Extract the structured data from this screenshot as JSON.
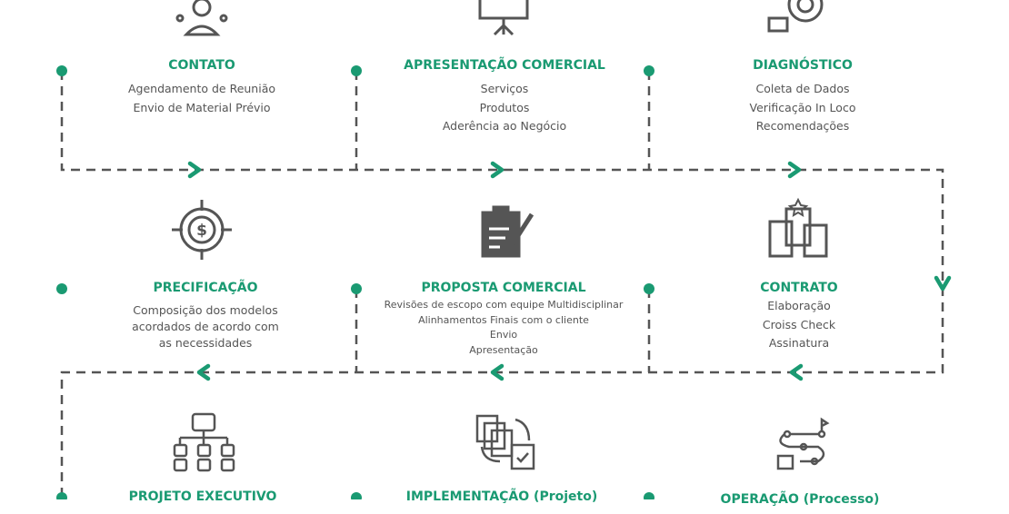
{
  "colors": {
    "accent": "#1a9a72",
    "icon": "#555555",
    "line": "#555555"
  },
  "steps": [
    {
      "title": "CONTATO",
      "items": [
        "Agendamento de Reunião",
        "Envio de Material Prévio"
      ],
      "icon": "person-network-icon"
    },
    {
      "title": "APRESENTAÇÃO COMERCIAL",
      "items": [
        "Serviços",
        "Produtos",
        "Aderência ao Negócio"
      ],
      "icon": "presentation-board-icon"
    },
    {
      "title": "DIAGNÓSTICO",
      "items": [
        "Coleta de Dados",
        "Verificação In Loco",
        "Recomendações"
      ],
      "icon": "diagnosis-gauge-icon"
    },
    {
      "title": "PRECIFICAÇÃO",
      "items": [
        "Composição dos modelos",
        "acordados de acordo com",
        "as necessidades"
      ],
      "icon": "dollar-target-icon"
    },
    {
      "title": "PROPOSTA COMERCIAL",
      "items": [
        "Revisões de escopo com equipe Multidisciplinar",
        "Alinhamentos Finais com o cliente",
        "Envio",
        "Apresentação"
      ],
      "icon": "clipboard-pen-icon"
    },
    {
      "title": "CONTRATO",
      "items": [
        "Elaboração",
        "Croiss Check",
        "Assinatura"
      ],
      "icon": "contract-documents-icon"
    },
    {
      "title": "PROJETO EXECUTIVO",
      "items": [],
      "icon": "org-chart-icon"
    },
    {
      "title": "IMPLEMENTAÇÃO (Projeto)",
      "items": [],
      "icon": "document-cycle-icon"
    },
    {
      "title": "OPERAÇÃO (Processo)",
      "items": [],
      "icon": "process-path-icon"
    }
  ]
}
